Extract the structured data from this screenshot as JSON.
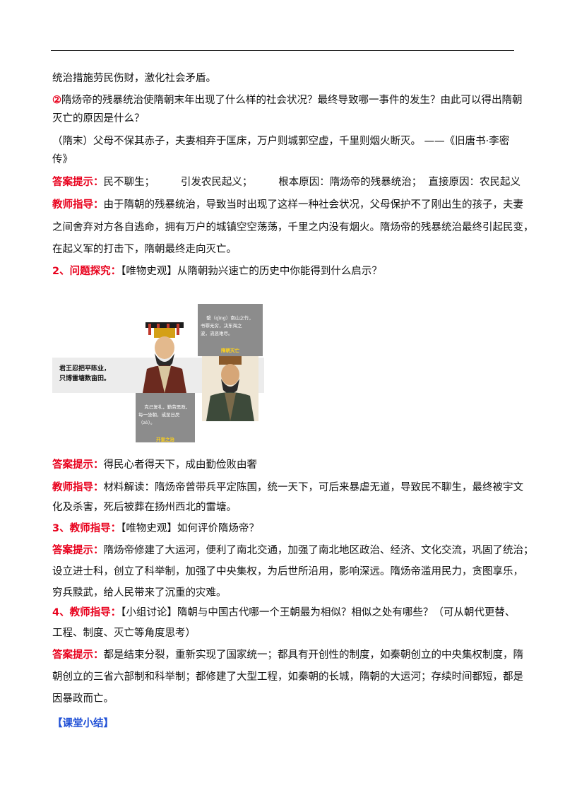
{
  "lines": {
    "l1": "统治措施劳民伤财，激化社会矛盾。",
    "q2_num": "②",
    "q2_a": "隋炀帝的残暴统治使隋朝末年出现了什么样的社会状况？最终导致哪一事件的发生？由此可以得出隋朝",
    "q2_b": "灭亡的原因是什么？",
    "quote_a": "（隋末）父母不保其赤子，夫妻相弃于匡床，万户则城郭空虚，千里则烟火断灭。 ——《旧唐书·李密",
    "quote_b": "传》",
    "ans1_label": "答案提示：",
    "ans1_text": "民不聊生；        引发农民起义；        根本原因：隋炀帝的残暴统治；  直接原因：农民起义",
    "guide1_label": "教师指导：",
    "guide1_a": "由于隋朝的残暴统治，导致当时出现了这样一种社会状况，父母保护不了刚出生的孩子，夫妻",
    "guide1_b": "之间舍弃对方各自逃命，拥有万户的城镇空空荡荡，千里之内没有烟火。隋炀帝的残暴统治最终引起民变，",
    "guide1_c": "在起义军的打击下，隋朝最终走向灭亡。",
    "sec2_label": "2、问题探究：",
    "sec2_text": "【唯物史观】从隋朝勃兴速亡的历史中你能得到什么启示？",
    "ans2_label": "答案提示：",
    "ans2_text": "得民心者得天下，成由勤俭败由奢",
    "guide2_label": "教师指导：",
    "guide2_a": "材料解读：隋炀帝曾带兵平定陈国，统一天下，可后来暴虐无道，导致民不聊生，最终被宇文",
    "guide2_b": "化及杀害，死后被葬在扬州西北的雷塘。",
    "sec3_label": "3、教师指导：",
    "sec3_text": "【唯物史观】如何评价隋炀帝？",
    "ans3_label": "答案提示：",
    "ans3_a": "隋炀帝修建了大运河，便利了南北交通，加强了南北地区政治、经济、文化交流，巩固了统治；",
    "ans3_b": "设立进士科，创立了科举制，加强了中央集权，为后世所沿用，影响深远。隋炀帝滥用民力，贪图享乐，",
    "ans3_c": "穷兵黩武，给人民带来了沉重的灾难。",
    "sec4_label": "4、教师指导：",
    "sec4_a": "【小组讨论】隋朝与中国古代哪一个王朝最为相似？相似之处有哪些？（可从朝代更替、",
    "sec4_b": "工程、制度、灭亡等角度思考）",
    "ans4_label": "答案提示：",
    "ans4_a": "都是结束分裂，重新实现了国家统一；都具有开创性的制度，如秦朝创立的中央集权制度，隋",
    "ans4_b": "朝创立的三省六部制和科举制；都修建了大型工程，如秦朝的长城，隋朝的大运河；存续时间都短，都是",
    "ans4_c": "因暴政而亡。",
    "summary": "【课堂小结】"
  },
  "illustration": {
    "band_text": "君王忍把平陈业，\n只博雷塘数亩田。",
    "caption_right": "罄（qìng）南山之竹，\n书罪无穷，决东海之\n波，流恶难尽。",
    "caption_right_tag": "隋朝灭亡",
    "caption_left": "克己复礼，勤劳思政，\n每一坐朝，或至日昃\n（zè）。",
    "caption_left_tag": "开皇之治"
  }
}
